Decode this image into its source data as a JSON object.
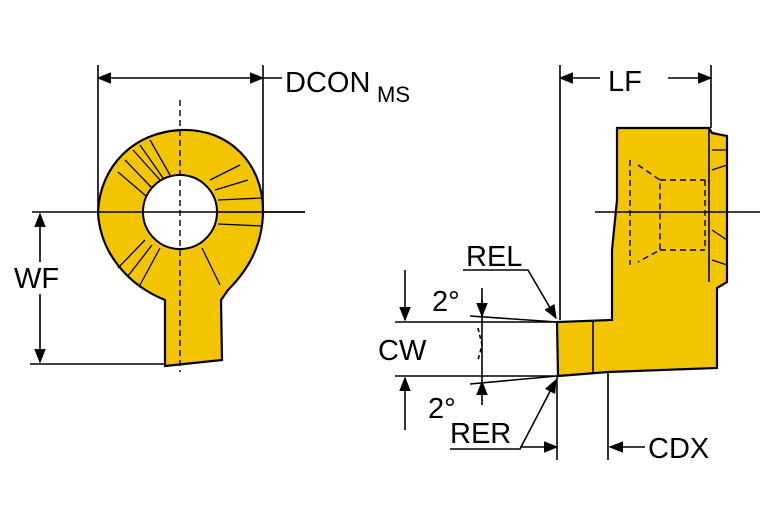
{
  "diagram": {
    "colors": {
      "insert_fill": "#f2c500",
      "line": "#000000",
      "background": "#ffffff"
    },
    "labels": {
      "dcon_main": "DCON",
      "dcon_sub": "MS",
      "wf": "WF",
      "lf": "LF",
      "rel": "REL",
      "cw": "CW",
      "angle_top": "2°",
      "angle_bottom": "2°",
      "rer": "RER",
      "cdx": "CDX"
    }
  }
}
